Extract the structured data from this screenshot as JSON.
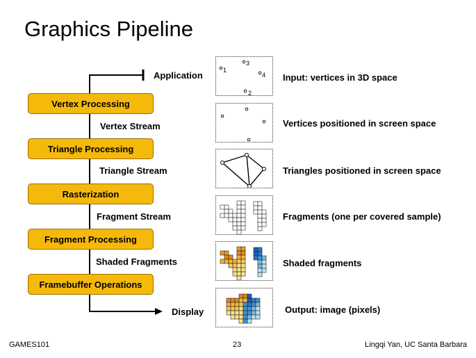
{
  "slide": {
    "title": "Graphics Pipeline",
    "stages": [
      "Vertex Processing",
      "Triangle Processing",
      "Rasterization",
      "Fragment Processing",
      "Framebuffer Operations"
    ],
    "streams": [
      "Vertex Stream",
      "Triangle Stream",
      "Fragment Stream",
      "Shaded Fragments"
    ],
    "application_label": "Application",
    "display_label": "Display",
    "descriptions": [
      "Input: vertices in 3D space",
      "Vertices positioned in screen space",
      "Triangles positioned in screen space",
      "Fragments (one per covered sample)",
      "Shaded fragments",
      "Output: image (pixels)"
    ],
    "vertex_labels": [
      "1",
      "3",
      "4",
      "2"
    ],
    "colors": {
      "stage_fill": "#f5b90c",
      "stage_border": "#9a6d00",
      "shade_warm": "#f29a1c",
      "shade_cool": "#2a77c9"
    }
  },
  "footer": {
    "left": "GAMES101",
    "center": "23",
    "right": "Lingqi Yan, UC Santa Barbara"
  }
}
